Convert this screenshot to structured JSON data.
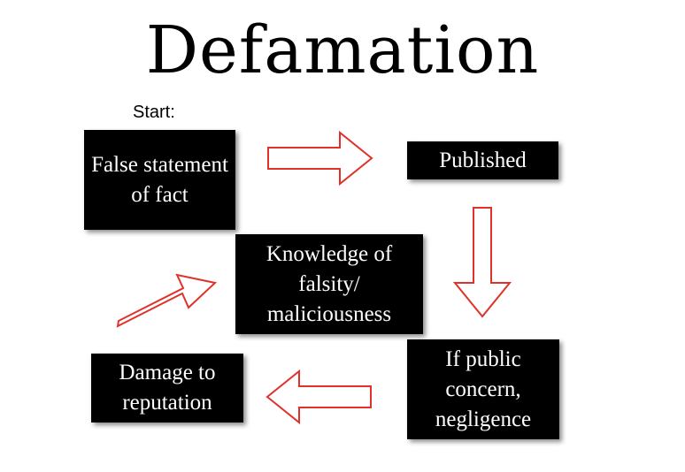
{
  "title": "Defamation",
  "start_label": "Start:",
  "nodes": {
    "false_statement": "False statement of fact",
    "published": "Published",
    "knowledge": "Knowledge of falsity/ maliciousness",
    "public_concern": "If public concern, negligence",
    "damage": "Damage to reputation"
  },
  "colors": {
    "box_fill": "#000000",
    "box_text": "#ffffff",
    "arrow_stroke": "#e0322a"
  }
}
